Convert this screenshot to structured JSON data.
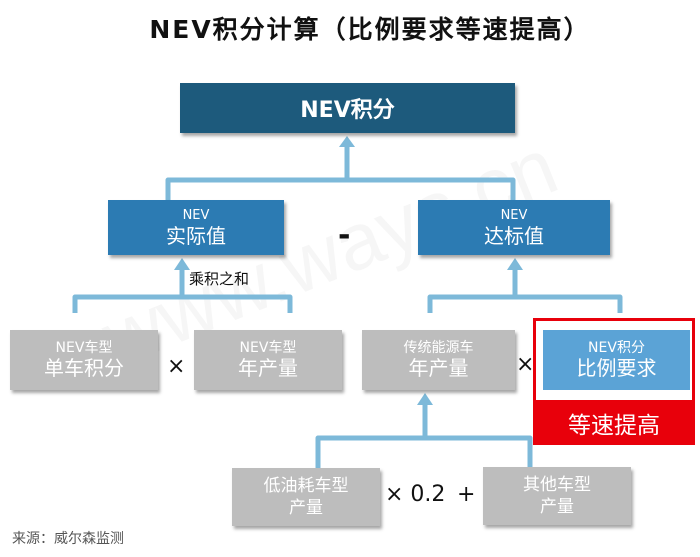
{
  "title": "NEV积分计算（比例要求等速提高）",
  "top_box": {
    "label": "NEV积分"
  },
  "actual_box": {
    "line1": "NEV",
    "line2": "实际值"
  },
  "target_box": {
    "line1": "NEV",
    "line2": "达标值"
  },
  "minus": "-",
  "sum_label": "乘积之和",
  "nev_credit_box": {
    "line1": "NEV车型",
    "line2": "单车积分"
  },
  "nev_output_box": {
    "line1": "NEV车型",
    "line2": "年产量"
  },
  "conv_output_box": {
    "line1": "传统能源车",
    "line2": "年产量"
  },
  "ratio_box": {
    "line1": "NEV积分",
    "line2": "比例要求"
  },
  "highlight_label": "等速提高",
  "times": "×",
  "low_fuel_box": {
    "line1": "低油耗车型",
    "line2": "产量"
  },
  "other_box": {
    "line1": "其他车型",
    "line2": "产量"
  },
  "factor": "× 0.2",
  "plus": "+",
  "source": "来源：威尔森监测",
  "watermark": "www.ways.cn",
  "colors": {
    "dark_blue": "#1d5a7c",
    "blue": "#2c7bb3",
    "light_blue": "#5ba3d6",
    "gray": "#bdbdbd",
    "connector": "#7db9d9",
    "red": "#e8000b"
  }
}
